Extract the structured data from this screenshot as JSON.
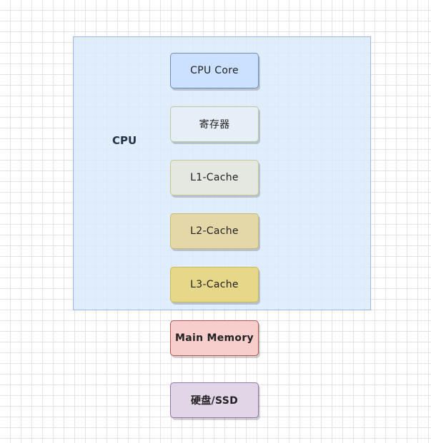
{
  "diagram": {
    "group_label": "CPU",
    "boxes": [
      {
        "id": "cpu-core",
        "label": "CPU Core",
        "fill": "#cce0ff",
        "stroke": "#6c8ebf"
      },
      {
        "id": "register",
        "label": "寄存器",
        "fill": "#e6eff7",
        "stroke": "#b8c8a0"
      },
      {
        "id": "l1-cache",
        "label": "L1-Cache",
        "fill": "#e4e8e0",
        "stroke": "#c4c890"
      },
      {
        "id": "l2-cache",
        "label": "L2-Cache",
        "fill": "#e5d8a8",
        "stroke": "#c8b870"
      },
      {
        "id": "l3-cache",
        "label": "L3-Cache",
        "fill": "#e6d888",
        "stroke": "#c8b860"
      },
      {
        "id": "main-memory",
        "label": "Main Memory",
        "fill": "#f8cecc",
        "stroke": "#b85450"
      },
      {
        "id": "disk-ssd",
        "label": "硬盘/SSD",
        "fill": "#e1d5e7",
        "stroke": "#9673a6"
      }
    ]
  }
}
